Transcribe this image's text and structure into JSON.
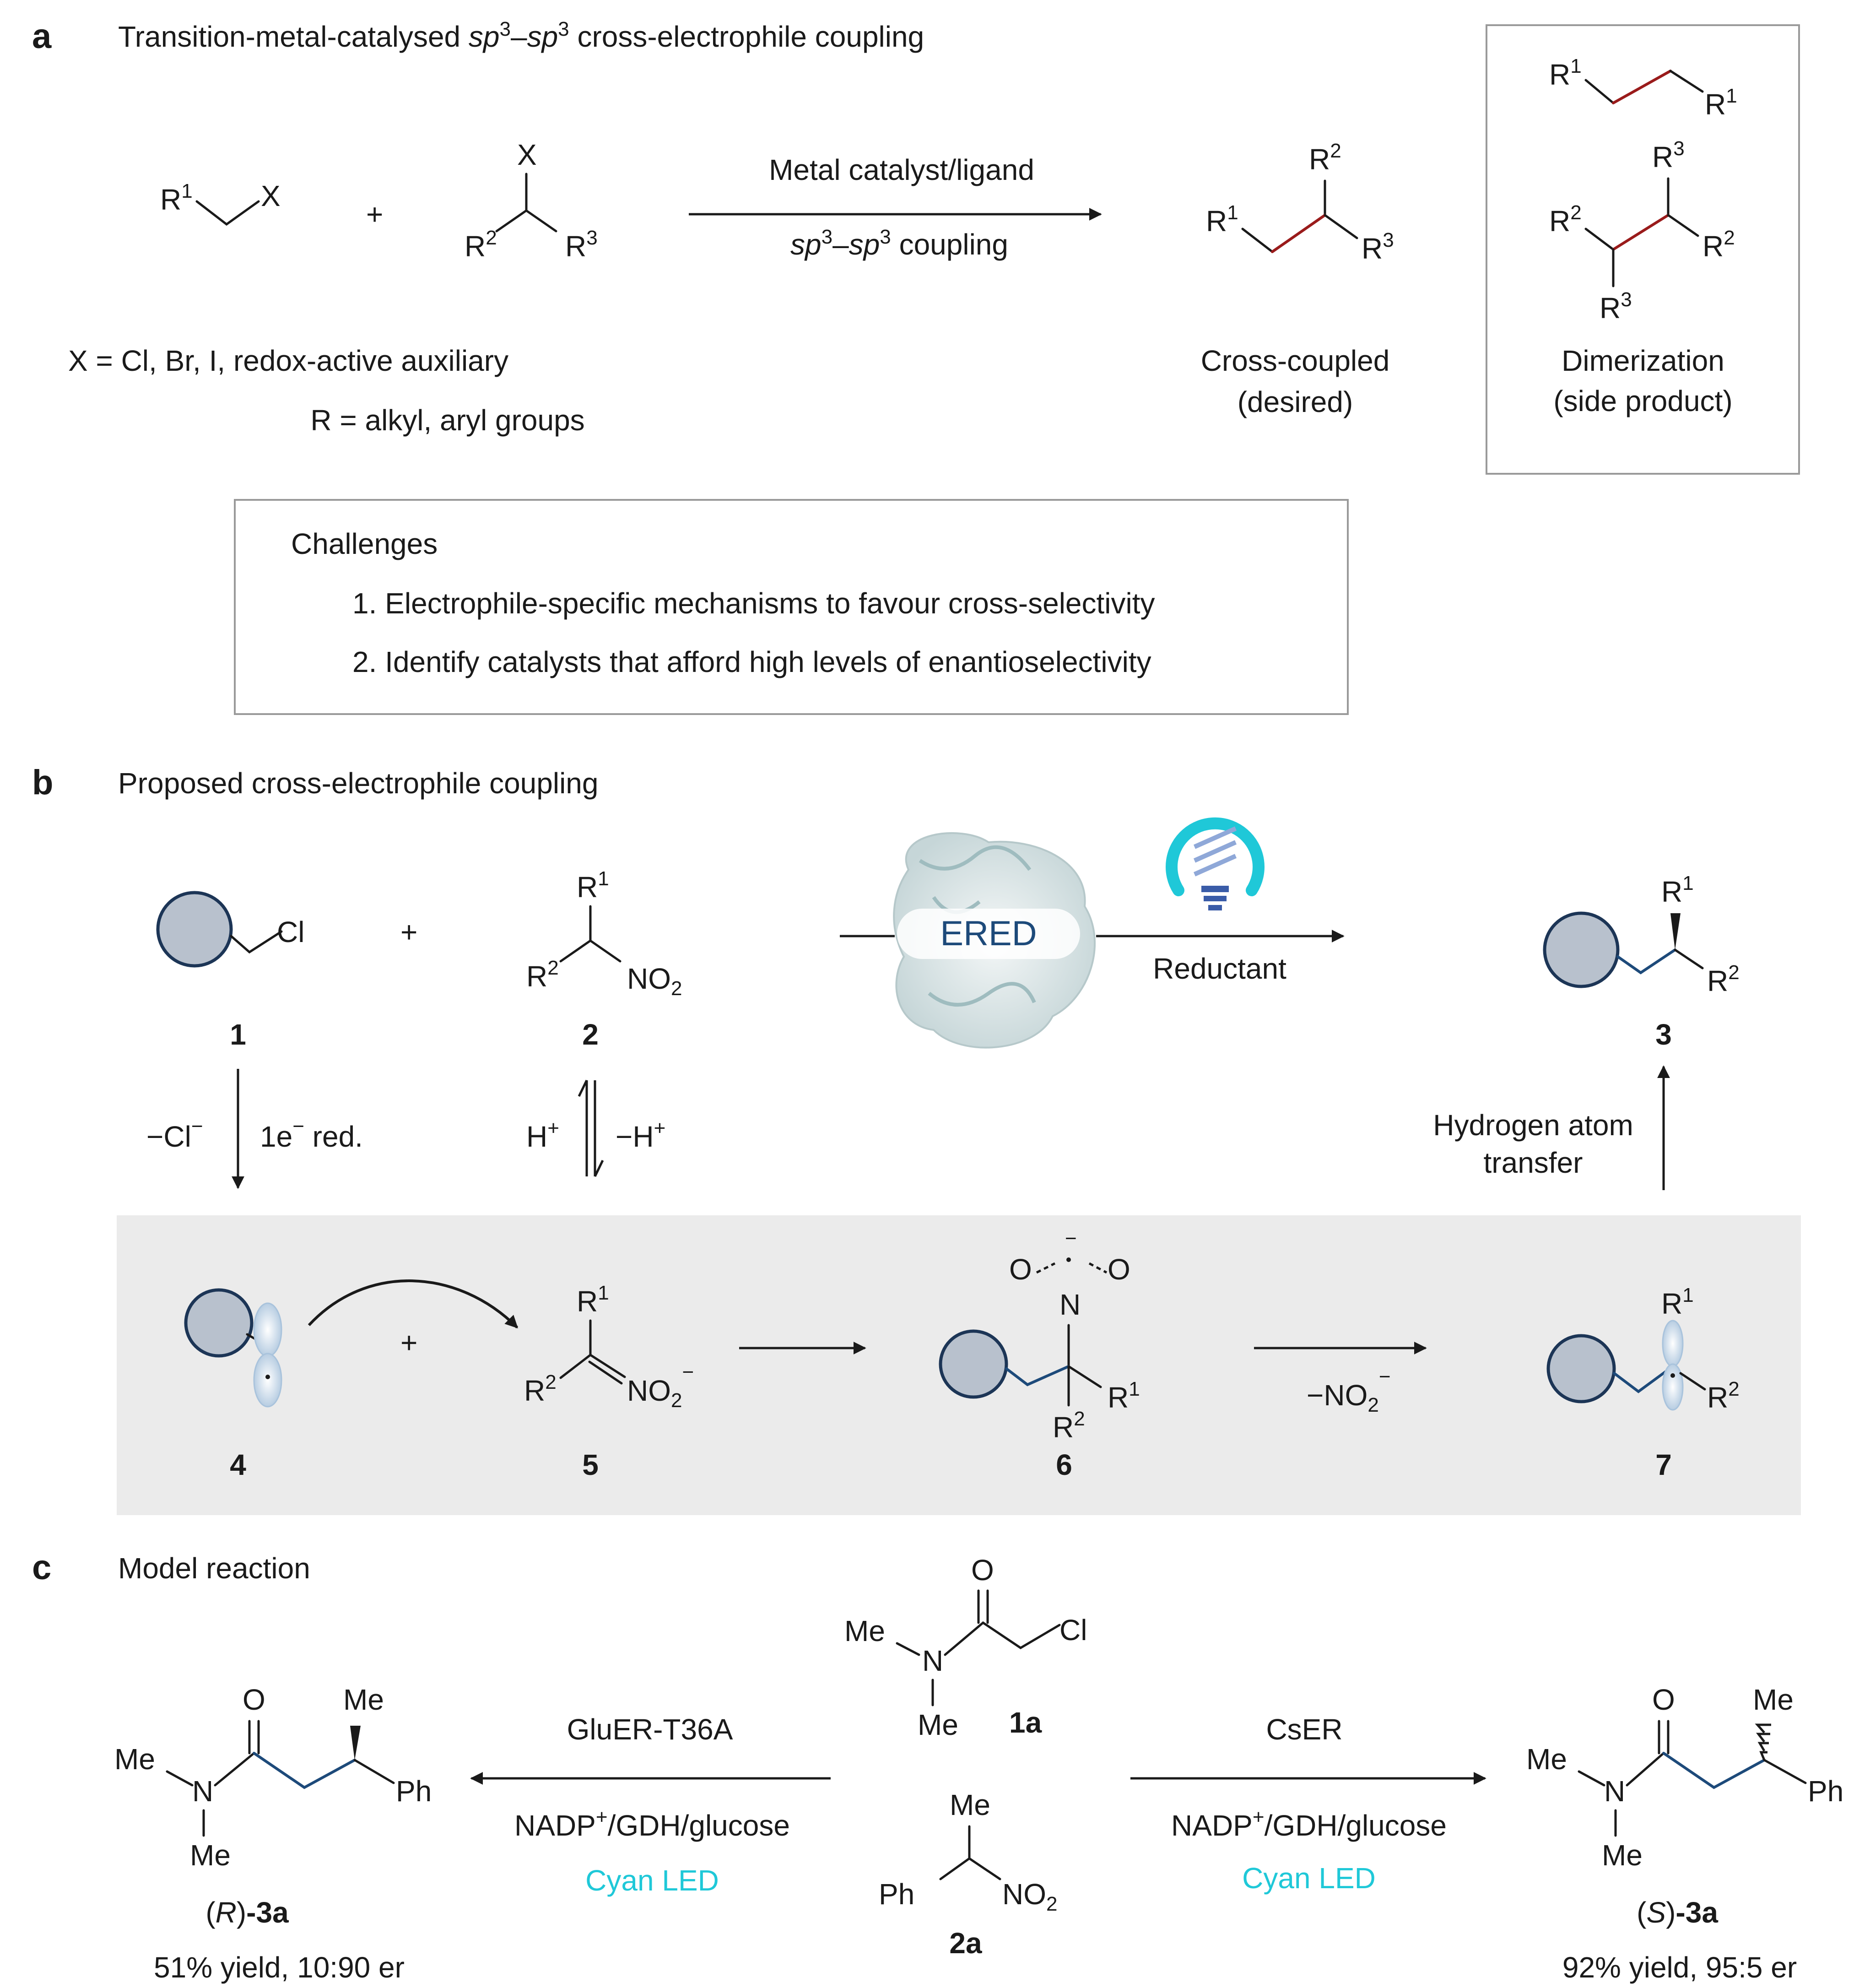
{
  "panels": {
    "a": "a",
    "b": "b",
    "c": "c"
  },
  "a": {
    "title_pre": "Transition-metal-catalysed ",
    "title_sp": "sp",
    "title_3": "3",
    "title_dash": "–",
    "title_post": " cross-electrophile coupling",
    "arrow_top": "Metal catalyst/ligand",
    "arrow_bottom_post": " coupling",
    "x_def": "X = Cl, Br, I, redox-active auxiliary",
    "r_def": "R = alkyl, aryl groups",
    "cross_line1": "Cross-coupled",
    "cross_line2": "(desired)",
    "dimer_line1": "Dimerization",
    "dimer_line2": "(side product)",
    "challenges_title": "Challenges",
    "challenge1": "1. Electrophile-specific mechanisms to favour cross-selectivity",
    "challenge2": "2. Identify catalysts that afford high levels of enantioselectivity",
    "plus": "+"
  },
  "b": {
    "title": "Proposed cross-electrophile coupling",
    "enzyme": "ERED",
    "reductant": "Reductant",
    "step1_left": "−Cl",
    "step1_right": "1e",
    "step1_red": " red.",
    "acid_left": "H",
    "acid_right": "−H",
    "hat_line1": "Hydrogen atom",
    "hat_line2": "transfer",
    "nitrite": "−NO",
    "compounds": [
      "1",
      "2",
      "3",
      "4",
      "5",
      "6",
      "7"
    ]
  },
  "c": {
    "title": "Model reaction",
    "left_enzyme": "GluER-T36A",
    "right_enzyme": "CsER",
    "cofactor_post": "/GDH/glucose",
    "led": "Cyan LED",
    "sub1": "1a",
    "sub2": "2a",
    "prod_left_label": "-3a",
    "prod_left_cfg": "R",
    "prod_right_cfg": "S",
    "prod_left_yield": "51% yield, 10:90 er",
    "prod_right_yield": "92% yield, 95:5 er"
  },
  "atoms": {
    "Cl": "Cl",
    "X": "X",
    "R": "R",
    "O": "O",
    "N": "N",
    "Me": "Me",
    "Ph": "Ph",
    "NO": "NO"
  },
  "colors": {
    "accent_cyan": "#1fc8d8",
    "bond_red": "#9a1b1b",
    "bond_blue": "#1d4a7a",
    "shade": "#ebebeb"
  }
}
